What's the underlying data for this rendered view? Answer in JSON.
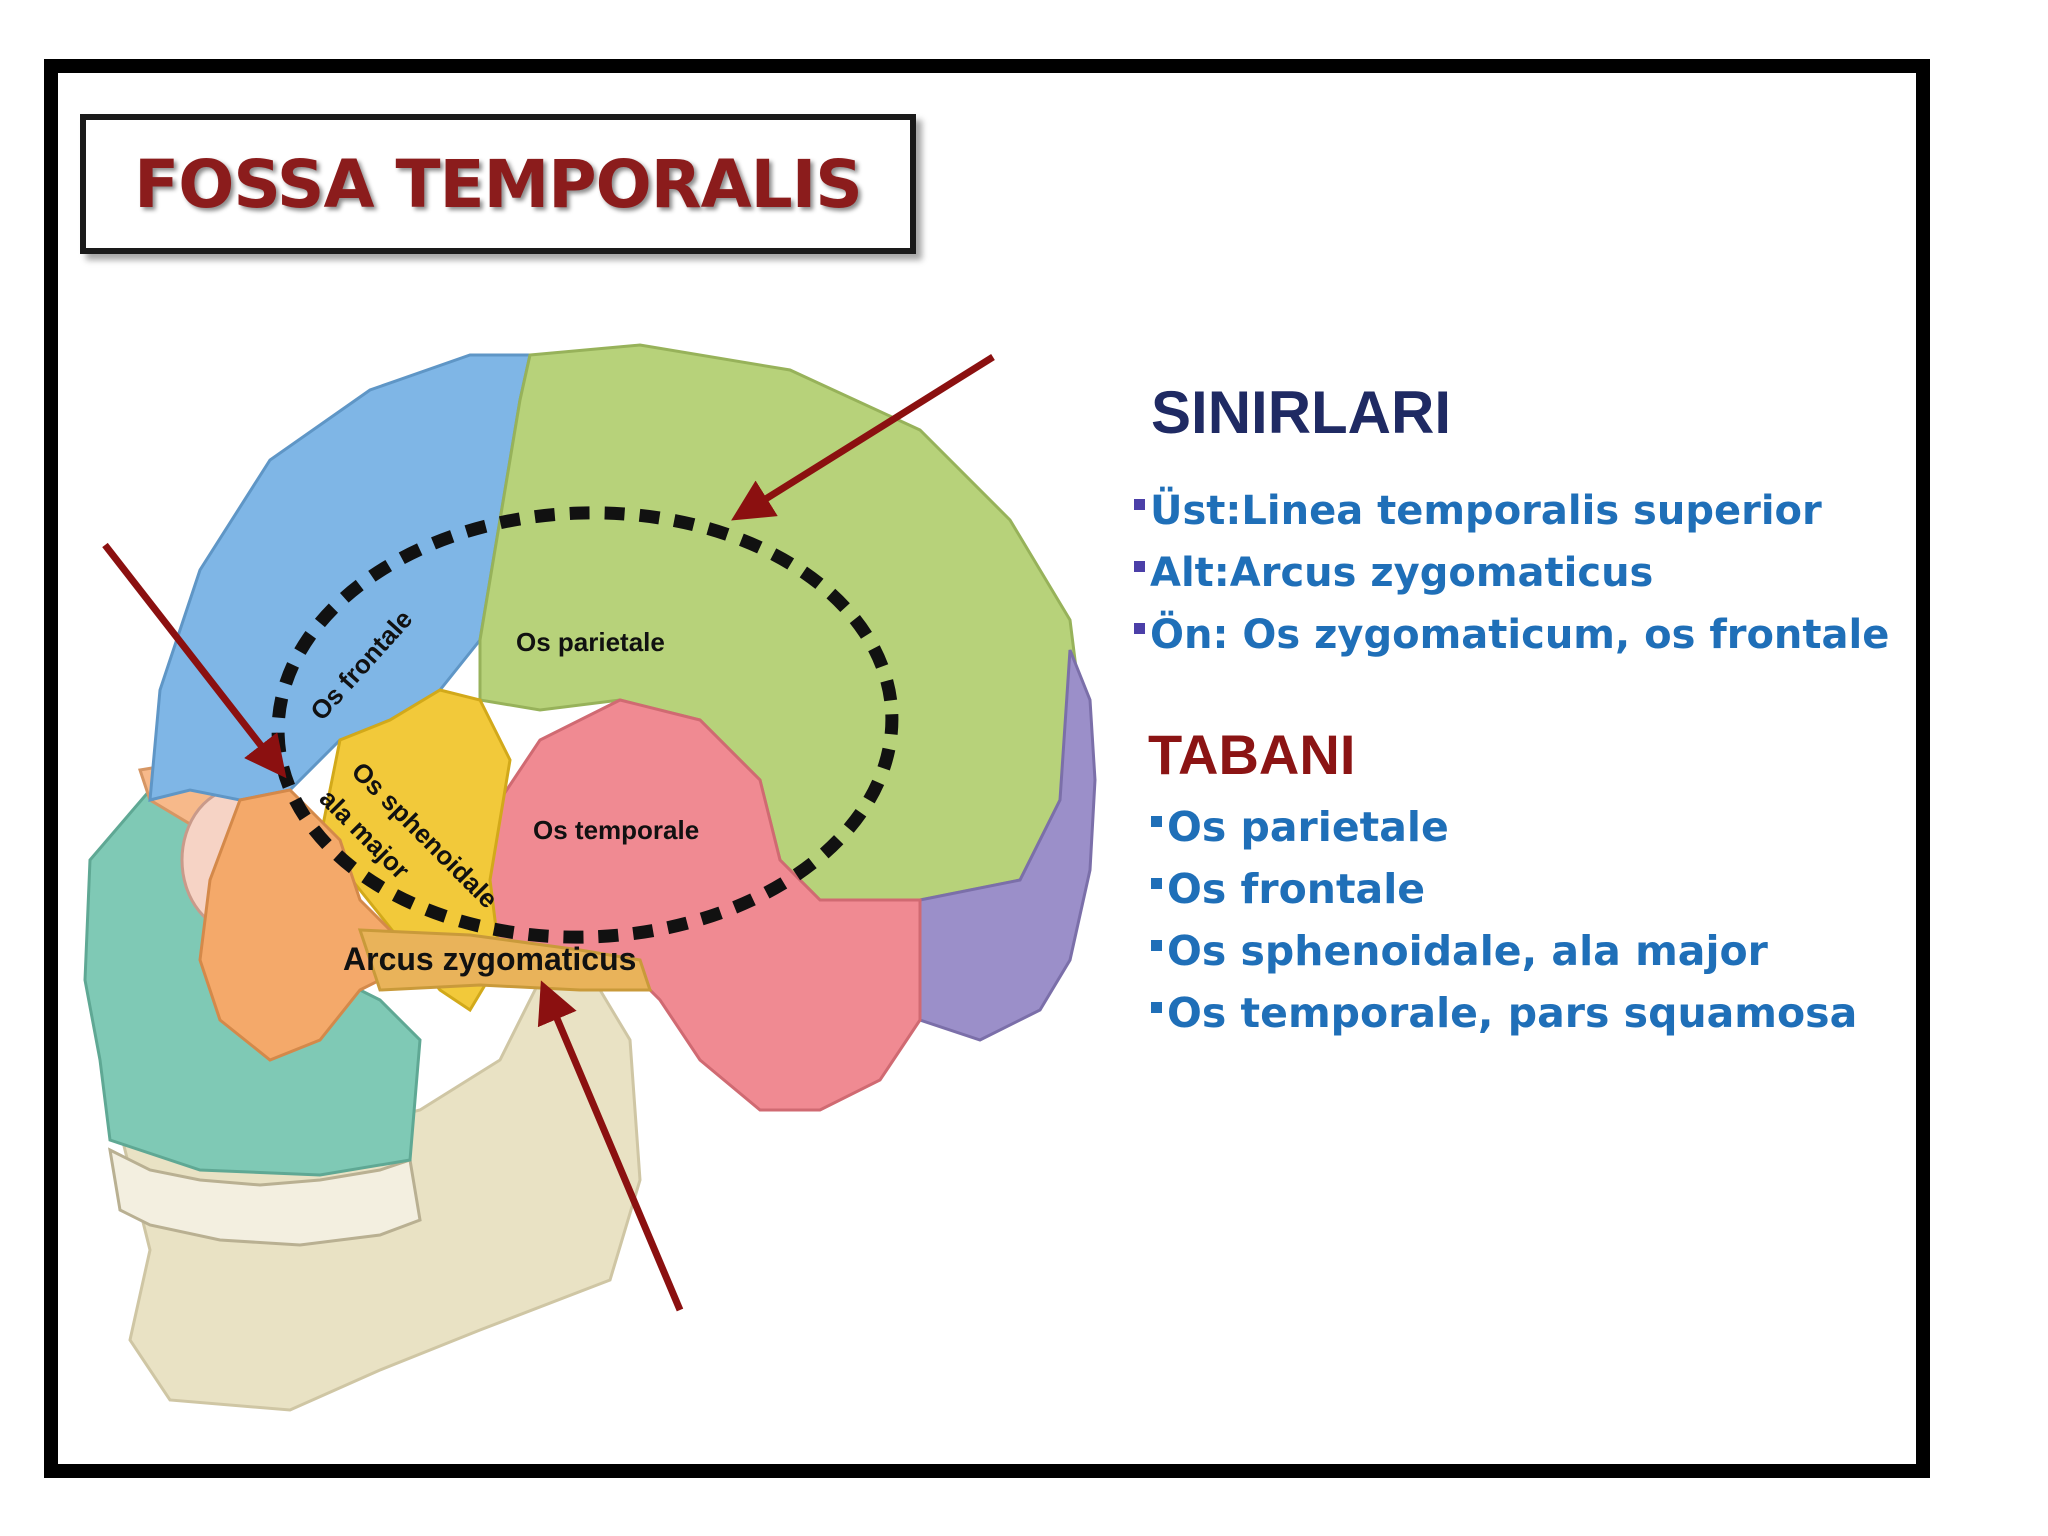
{
  "title": "FOSSA TEMPORALIS",
  "diagram_labels": {
    "frontal": "Os frontale",
    "parietal": "Os parietale",
    "sphenoid_line1": "Os sphenoidale",
    "sphenoid_line2": "ala major",
    "temporal": "Os temporale",
    "zygomatic_arch": "Arcus zygomaticus"
  },
  "sinirlari": {
    "heading": "SINIRLARI",
    "items": [
      "Üst:Linea temporalis superior",
      "Alt:Arcus zygomaticus",
      "Ön: Os zygomaticum, os frontale"
    ]
  },
  "tabani": {
    "heading": "TABANI",
    "items": [
      "Os parietale",
      "Os frontale",
      "Os sphenoidale, ala major",
      "Os temporale, pars squamosa"
    ]
  },
  "colors": {
    "title": "#8b1c1c",
    "sinirlari_heading": "#1f2a63",
    "tabani_heading": "#8b1414",
    "list_text": "#1f6fb8",
    "arrow": "#8b1010",
    "frontal_bone": "#7fb6e6",
    "parietal_bone": "#b7d27a",
    "sphenoid_bone": "#f2c93a",
    "temporal_bone": "#f08a92",
    "occipital_bone": "#9b8fc9",
    "zygomatic_bone": "#f4a96a",
    "maxilla_bone": "#7fc9b5",
    "mandible_bone": "#e9e2c4"
  }
}
